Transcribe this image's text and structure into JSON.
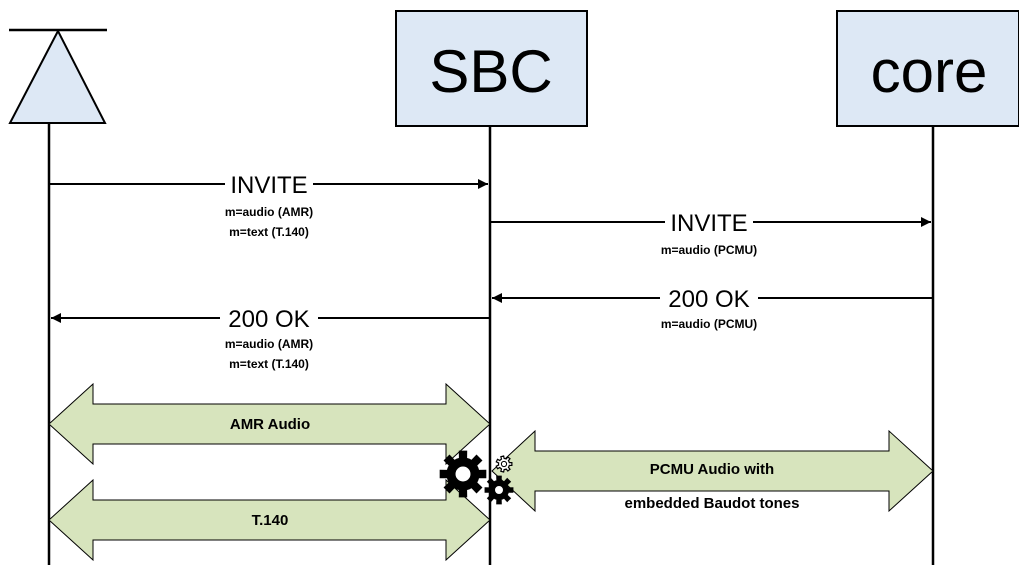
{
  "participants": {
    "sbc": "SBC",
    "core": "core"
  },
  "messages": [
    {
      "label": "INVITE",
      "sdp": [
        "m=audio (AMR)",
        "m=text (T.140)"
      ]
    },
    {
      "label": "INVITE",
      "sdp": [
        "m=audio (PCMU)"
      ]
    },
    {
      "label": "200 OK",
      "sdp": [
        "m=audio (PCMU)"
      ]
    },
    {
      "label": "200 OK",
      "sdp": [
        "m=audio (AMR)",
        "m=text (T.140)"
      ]
    }
  ],
  "media": {
    "amr_audio": "AMR Audio",
    "pcmu": [
      "PCMU Audio with",
      "embedded Baudot tones"
    ],
    "t140": "T.140"
  },
  "colors": {
    "box_fill": "#dde8f5",
    "band_fill": "#d7e4bd",
    "line": "#000000"
  },
  "icons": [
    "antenna-icon",
    "gears-icon"
  ]
}
